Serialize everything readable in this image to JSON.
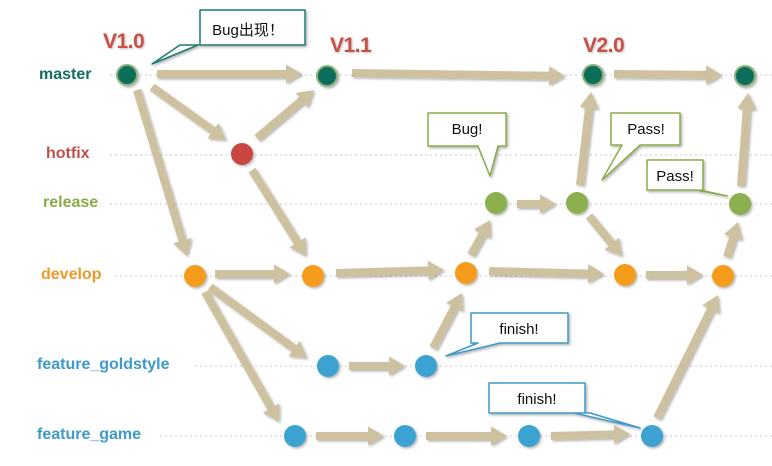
{
  "lanes": [
    {
      "id": "master",
      "label": "master",
      "color": "#136f63",
      "node_color": "#0e6e5c"
    },
    {
      "id": "hotfix",
      "label": "hotfix",
      "color": "#c0504d",
      "node_color": "#c9473f"
    },
    {
      "id": "release",
      "label": "release",
      "color": "#8aaa4a",
      "node_color": "#8db04f"
    },
    {
      "id": "develop",
      "label": "develop",
      "color": "#ee9a26",
      "node_color": "#f59c1f"
    },
    {
      "id": "feature_goldstyle",
      "label": "feature_goldstyle",
      "color": "#3e9ac8",
      "node_color": "#3aa2d1"
    },
    {
      "id": "feature_game",
      "label": "feature_game",
      "color": "#3e9ac8",
      "node_color": "#3aa2d1"
    }
  ],
  "versions": [
    "V1.0",
    "V1.1",
    "V2.0"
  ],
  "callouts": {
    "bug_found": "Bug出现！",
    "release_bug": "Bug!",
    "pass_master": "Pass!",
    "pass_release": "Pass!",
    "finish_goldstyle": "finish!",
    "finish_game": "finish!"
  },
  "colors": {
    "arrow": "#cdc1a0",
    "master_callout_border": "#1f7b70",
    "green_callout_border": "#8aaa4a",
    "blue_callout_border": "#3e9ac8"
  }
}
